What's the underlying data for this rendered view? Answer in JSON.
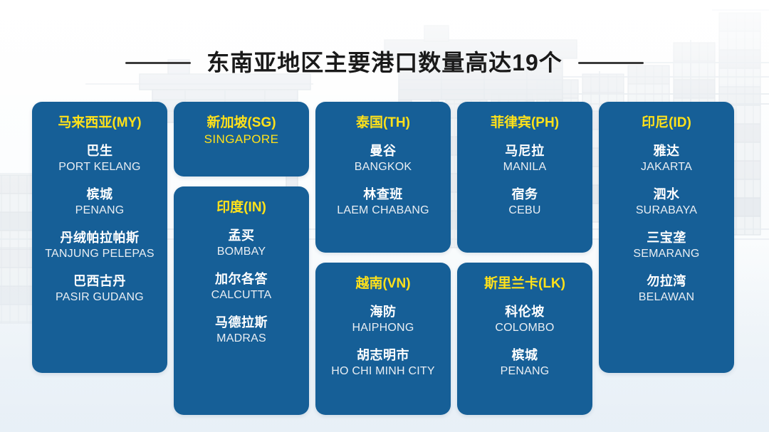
{
  "header": {
    "title": "东南亚地区主要港口数量高达19个",
    "left_rule": "rule",
    "right_rule": "rule"
  },
  "theme": {
    "card_blue": "#165F97",
    "country_yellow": "#FFE11A",
    "port_cn_white": "#FFFFFF",
    "port_en_white": "#E9EEF3",
    "rule_gray": "#3A3A3A",
    "background": "#F2F6FA"
  },
  "columns": [
    {
      "id": "col-my",
      "cards": [
        {
          "id": "card-my",
          "country_cn": "马来西亚(MY)",
          "country_en": "",
          "ports": [
            {
              "cn": "巴生",
              "en": "PORT KELANG"
            },
            {
              "cn": "槟城",
              "en": "PENANG"
            },
            {
              "cn": "丹绒帕拉帕斯",
              "en": "TANJUNG PELEPAS"
            },
            {
              "cn": "巴西古丹",
              "en": "PASIR GUDANG"
            }
          ]
        }
      ]
    },
    {
      "id": "col-in",
      "cards": [
        {
          "id": "card-sg",
          "country_cn": "新加坡(SG)",
          "country_en": "SINGAPORE",
          "ports": []
        },
        {
          "id": "card-in",
          "country_cn": "印度(IN)",
          "country_en": "",
          "ports": [
            {
              "cn": "孟买",
              "en": "BOMBAY"
            },
            {
              "cn": "加尔各答",
              "en": "CALCUTTA"
            },
            {
              "cn": "马德拉斯",
              "en": "MADRAS"
            }
          ]
        }
      ]
    },
    {
      "id": "col-th",
      "cards": [
        {
          "id": "card-th",
          "country_cn": "泰国(TH)",
          "country_en": "",
          "ports": [
            {
              "cn": "曼谷",
              "en": "BANGKOK"
            },
            {
              "cn": "林查班",
              "en": "LAEM CHABANG"
            }
          ]
        },
        {
          "id": "card-vn",
          "country_cn": "越南(VN)",
          "country_en": "",
          "ports": [
            {
              "cn": "海防",
              "en": "HAIPHONG"
            },
            {
              "cn": "胡志明市",
              "en": "HO CHI MINH CITY"
            }
          ]
        }
      ]
    },
    {
      "id": "col-ph",
      "cards": [
        {
          "id": "card-ph",
          "country_cn": "菲律宾(PH)",
          "country_en": "",
          "ports": [
            {
              "cn": "马尼拉",
              "en": "MANILA"
            },
            {
              "cn": "宿务",
              "en": "CEBU"
            }
          ]
        },
        {
          "id": "card-lk",
          "country_cn": "斯里兰卡(LK)",
          "country_en": "",
          "ports": [
            {
              "cn": "科伦坡",
              "en": "COLOMBO"
            },
            {
              "cn": "槟城",
              "en": "PENANG"
            }
          ]
        }
      ]
    },
    {
      "id": "col-id",
      "cards": [
        {
          "id": "card-id",
          "country_cn": "印尼(ID)",
          "country_en": "",
          "ports": [
            {
              "cn": "雅达",
              "en": "JAKARTA"
            },
            {
              "cn": "泗水",
              "en": "SURABAYA"
            },
            {
              "cn": "三宝垄",
              "en": "SEMARANG"
            },
            {
              "cn": "勿拉湾",
              "en": "BELAWAN"
            }
          ]
        }
      ]
    }
  ]
}
